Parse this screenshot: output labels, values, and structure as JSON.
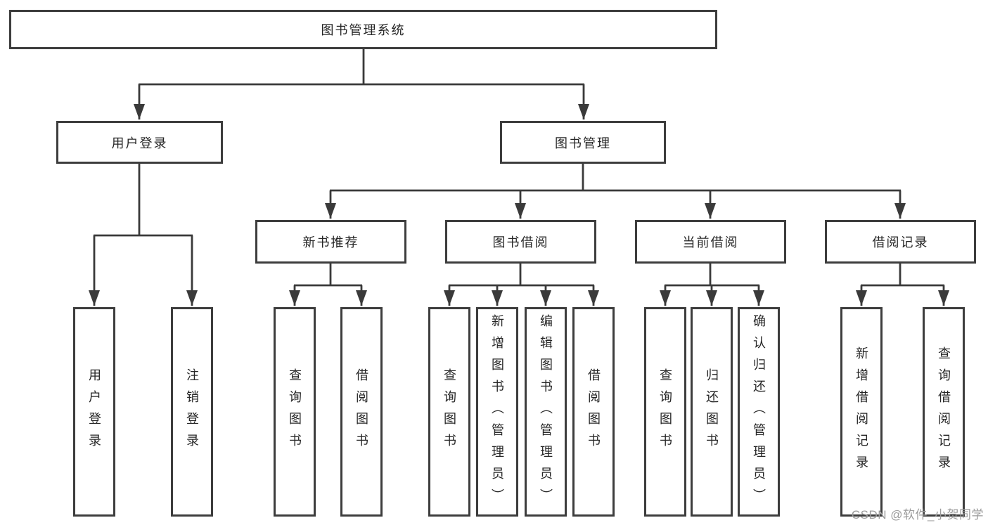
{
  "tree": {
    "root": {
      "label": "图书管理系统"
    },
    "branches": [
      {
        "label": "用户登录",
        "children": [
          {
            "label": "用户登录"
          },
          {
            "label": "注销登录"
          }
        ]
      },
      {
        "label": "图书管理",
        "children": [
          {
            "label": "新书推荐",
            "children": [
              {
                "label": "查询图书"
              },
              {
                "label": "借阅图书"
              }
            ]
          },
          {
            "label": "图书借阅",
            "children": [
              {
                "label": "查询图书"
              },
              {
                "label": "新增图书（管理员）"
              },
              {
                "label": "编辑图书（管理员）"
              },
              {
                "label": "借阅图书"
              }
            ]
          },
          {
            "label": "当前借阅",
            "children": [
              {
                "label": "查询图书"
              },
              {
                "label": "归还图书"
              },
              {
                "label": "确认归还（管理员）"
              }
            ]
          },
          {
            "label": "借阅记录",
            "children": [
              {
                "label": "新增借阅记录"
              },
              {
                "label": "查询借阅记录"
              }
            ]
          }
        ]
      }
    ]
  },
  "watermark": "CSDN @软件_小贺同学",
  "colors": {
    "line": "#3a3a3a",
    "border": "#3d3d3d",
    "text": "#262626",
    "watermark": "#9b9b9b",
    "background": "#ffffff"
  }
}
